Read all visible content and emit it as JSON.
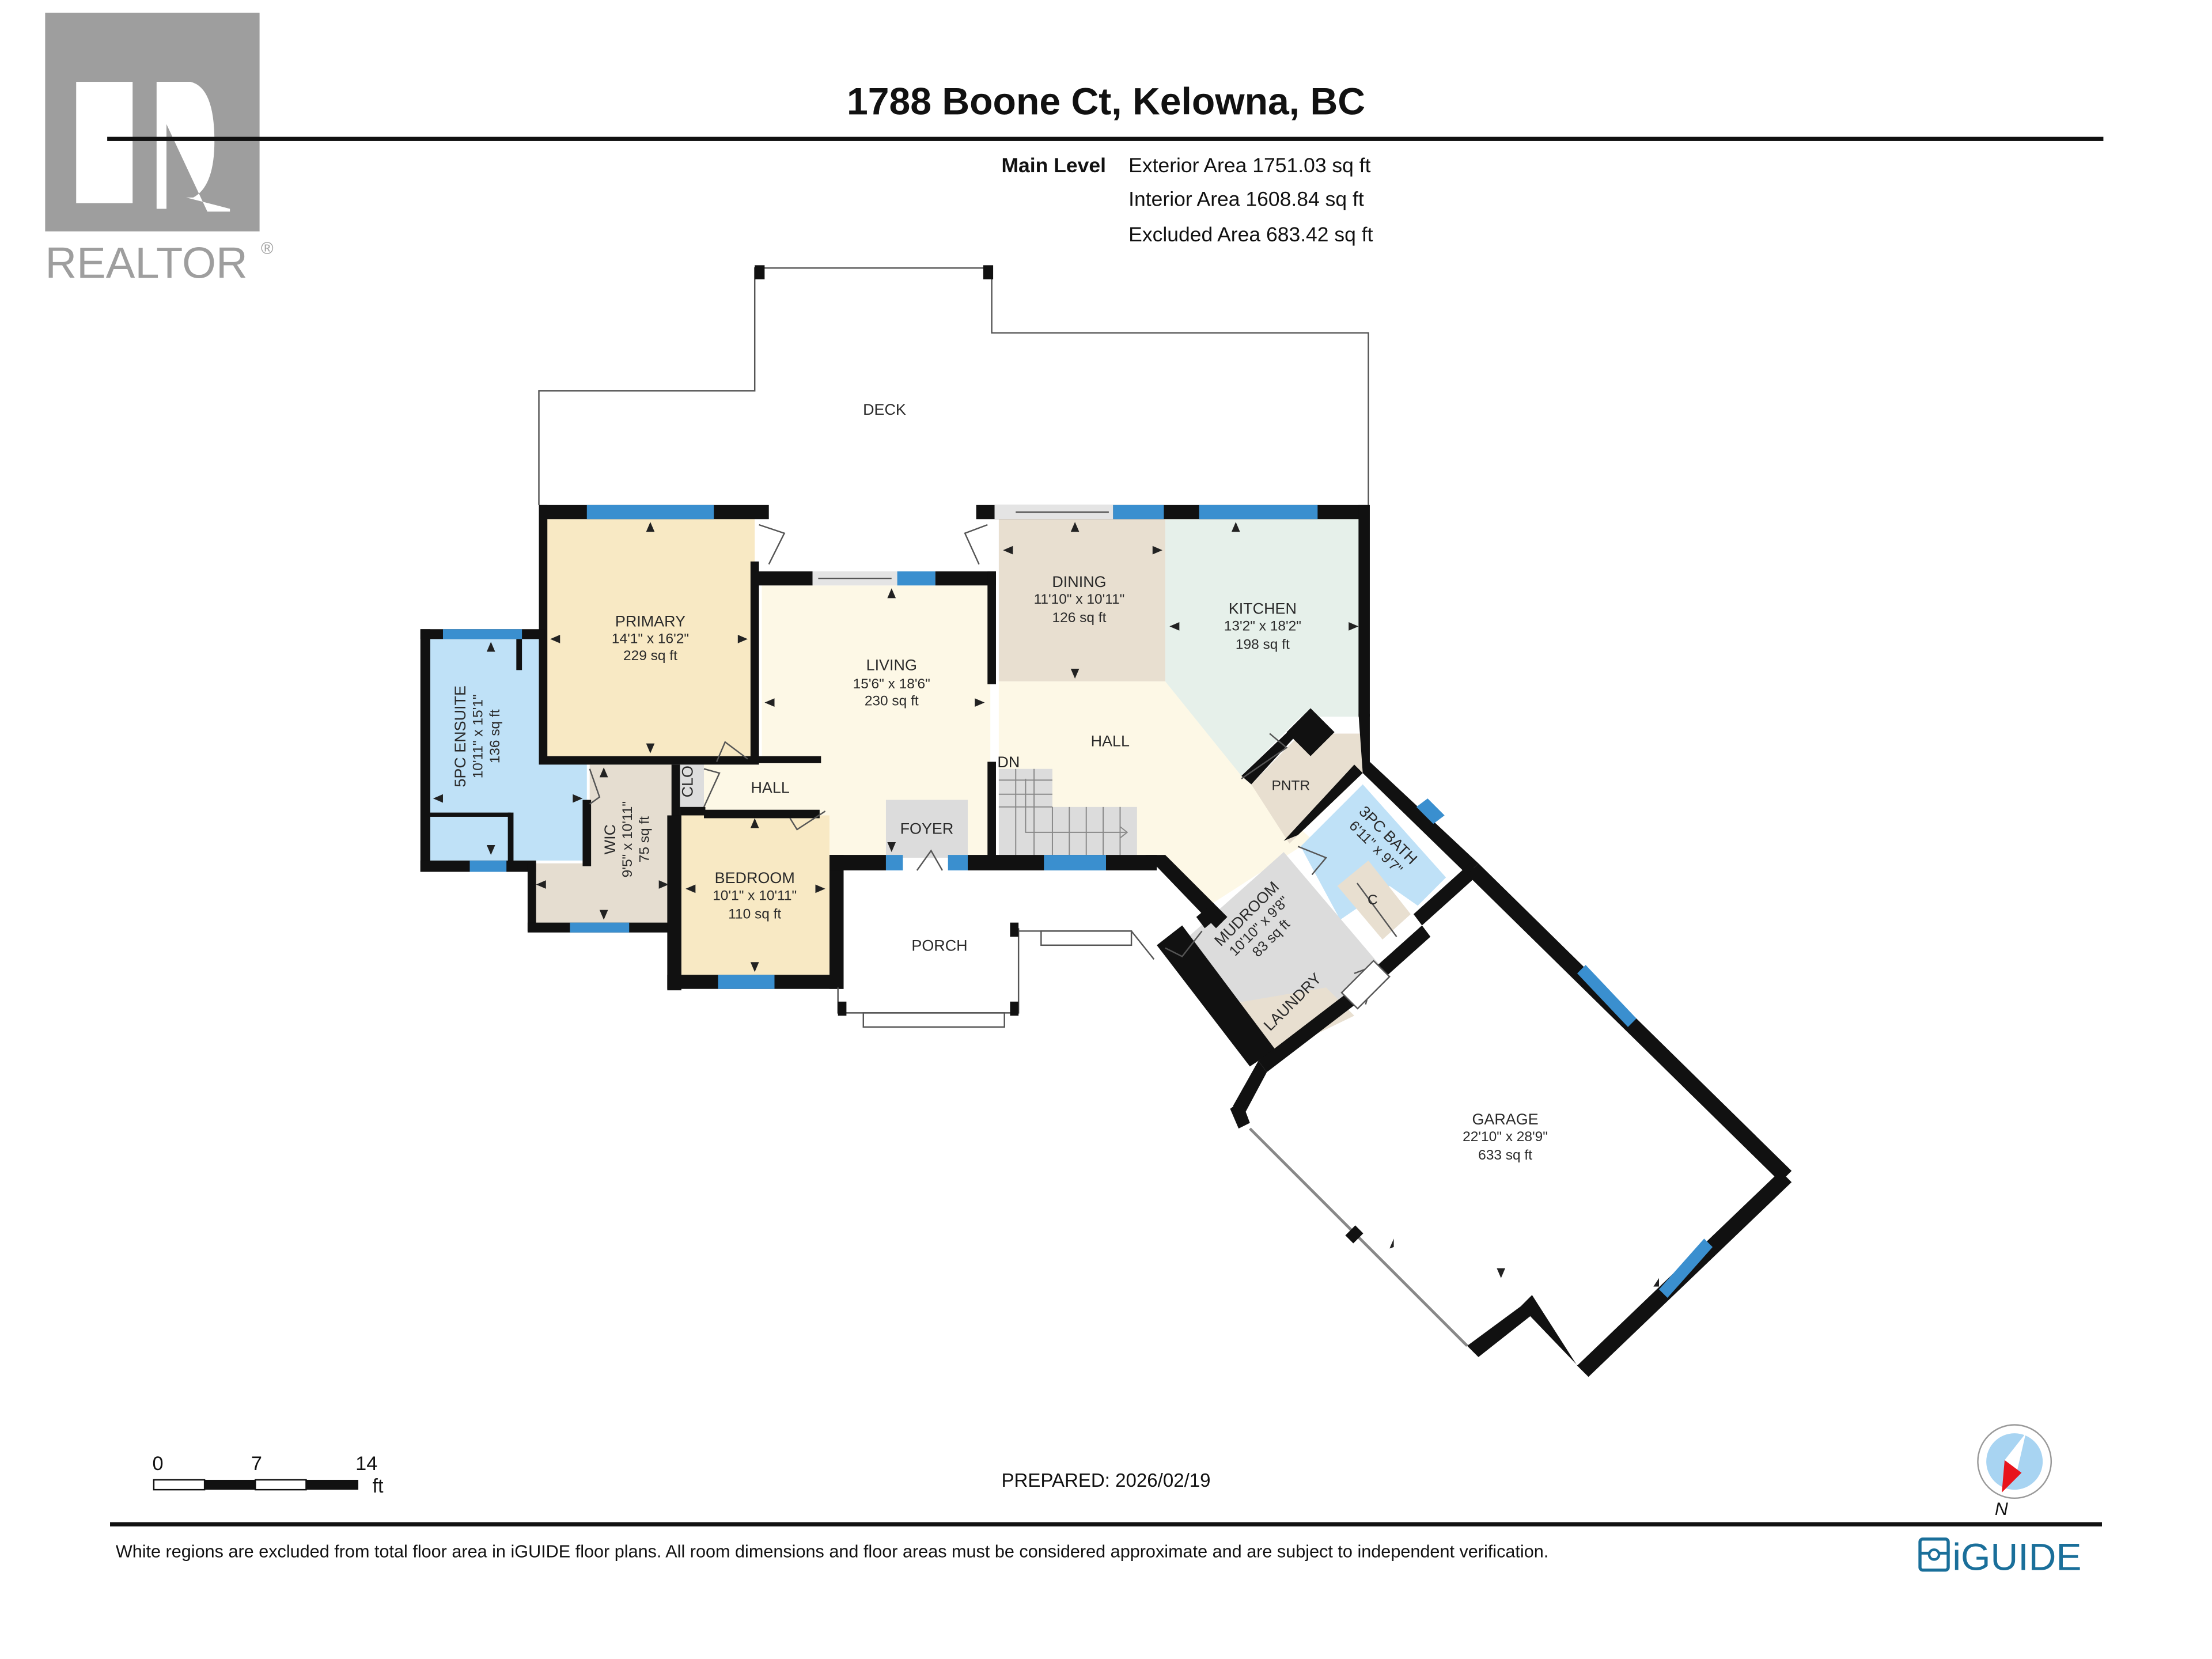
{
  "header": {
    "title": "1788 Boone Ct, Kelowna, BC",
    "level_label": "Main Level",
    "areas": [
      {
        "label": "Exterior Area",
        "value": "1751.03 sq ft",
        "text": "Exterior Area 1751.03 sq ft"
      },
      {
        "label": "Interior Area",
        "value": "1608.84 sq ft",
        "text": "Interior Area 1608.84 sq ft"
      },
      {
        "label": "Excluded Area",
        "value": "683.42 sq ft",
        "text": "Excluded Area 683.42 sq ft"
      }
    ]
  },
  "realtor_logo": {
    "text": "REALTOR",
    "mark": "®",
    "color": "#9e9e9e"
  },
  "rooms": {
    "deck": {
      "name": "DECK"
    },
    "primary": {
      "name": "PRIMARY",
      "dims": "14'1\" x 16'2\"",
      "area": "229 sq ft",
      "color": "#f8e9c4"
    },
    "ensuite": {
      "name": "5PC ENSUITE",
      "dims": "10'11\" x 15'1\"",
      "area": "136 sq ft",
      "color": "#bfe1f7"
    },
    "wic": {
      "name": "WIC",
      "dims": "9'5\" x 10'11\"",
      "area": "75 sq ft",
      "color": "#e5ddd0"
    },
    "clo": {
      "name": "CLO",
      "color": "#dddddd"
    },
    "hall_west": {
      "name": "HALL",
      "color": "#fdf8e6"
    },
    "living": {
      "name": "LIVING",
      "dims": "15'6\" x 18'6\"",
      "area": "230 sq ft",
      "color": "#fdf8e6"
    },
    "bedroom": {
      "name": "BEDROOM",
      "dims": "10'1\" x 10'11\"",
      "area": "110 sq ft",
      "color": "#f8e9c4"
    },
    "foyer": {
      "name": "FOYER",
      "color": "#dcdcdc"
    },
    "porch": {
      "name": "PORCH"
    },
    "dining": {
      "name": "DINING",
      "dims": "11'10\" x 10'11\"",
      "area": "126 sq ft",
      "color": "#e8dfd0"
    },
    "kitchen": {
      "name": "KITCHEN",
      "dims": "13'2\" x 18'2\"",
      "area": "198 sq ft",
      "color": "#e6f0ea"
    },
    "hall_east": {
      "name": "HALL",
      "color": "#fdf8e6"
    },
    "stairs": {
      "label": "DN",
      "color": "#dcdcdc"
    },
    "pantry": {
      "name": "PNTR",
      "color": "#e8dfd0"
    },
    "bath3": {
      "name": "3PC BATH",
      "dims": "6'11\" x 9'7\"",
      "color": "#bfe1f7"
    },
    "closet_c": {
      "name": "C",
      "color": "#e8dfd0"
    },
    "mudroom": {
      "name": "MUDROOM",
      "dims": "10'10\" x 9'8\"",
      "area": "83 sq ft",
      "color": "#dcdcdc"
    },
    "laundry": {
      "name": "LAUNDRY",
      "color": "#e8dfd0"
    },
    "garage": {
      "name": "GARAGE",
      "dims": "22'10\" x 28'9\"",
      "area": "633 sq ft"
    }
  },
  "scale_bar": {
    "ticks": [
      "0",
      "7",
      "14"
    ],
    "unit": "ft"
  },
  "prepared": {
    "text": "PREPARED: 2026/02/19",
    "date": "2026/02/19"
  },
  "compass": {
    "label": "N",
    "needle_color": "#e8141c",
    "face_color": "#a8d4f2"
  },
  "footer": {
    "disclaimer": "White regions are excluded from total floor area in iGUIDE floor plans. All room dimensions and floor areas must be considered approximate and are subject to independent verification.",
    "brand": "iGUIDE",
    "brand_color": "#1a6f9a"
  },
  "colors": {
    "wall": "#111111",
    "window": "#3a8fcf"
  }
}
